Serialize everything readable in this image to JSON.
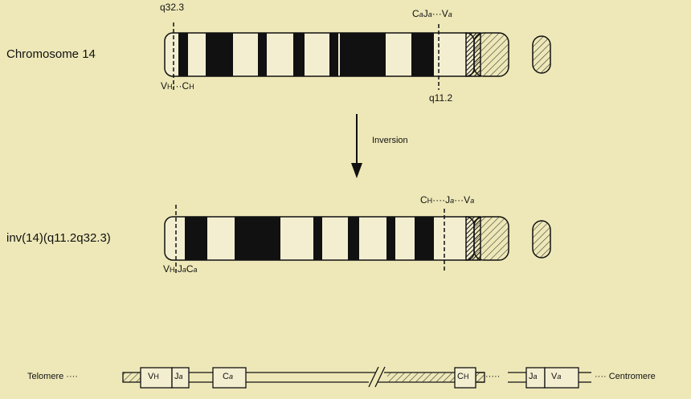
{
  "chromosome_label": "Chromosome 14",
  "inversion_label": "inv(14)(q11.2q32.3)",
  "arrow_label": "Inversion",
  "band_q323": "q32.3",
  "band_q112": "q11.2",
  "top": {
    "left_v": "V",
    "left_v_sub": "H",
    "left_dots": "···",
    "left_c": "C",
    "left_c_sub": "H",
    "right_c": "C",
    "right_c_sub": "a",
    "right_j": "J",
    "right_j_sub": "a",
    "right_dots": "···",
    "right_v": "V",
    "right_v_sub": "a"
  },
  "mid": {
    "left_v": "V",
    "left_v_sub": "H",
    "left_j": "J",
    "left_j_sub": "a",
    "left_c": "C",
    "left_c_sub": "a",
    "right_c": "C",
    "right_c_sub": "H",
    "right_dots1": "····",
    "right_j": "J",
    "right_j_sub": "a",
    "right_dots2": "···",
    "right_v": "V",
    "right_v_sub": "a"
  },
  "map": {
    "telomere": "Telomere ····",
    "centromere": "···· Centromere",
    "vh": "V",
    "vh_sub": "H",
    "ja1": "J",
    "ja1_sub": "a",
    "ca": "C",
    "ca_sub": "a",
    "ch": "C",
    "ch_sub": "H",
    "dots": "·····",
    "ja2": "J",
    "ja2_sub": "a",
    "va": "V",
    "va_sub": "a"
  }
}
